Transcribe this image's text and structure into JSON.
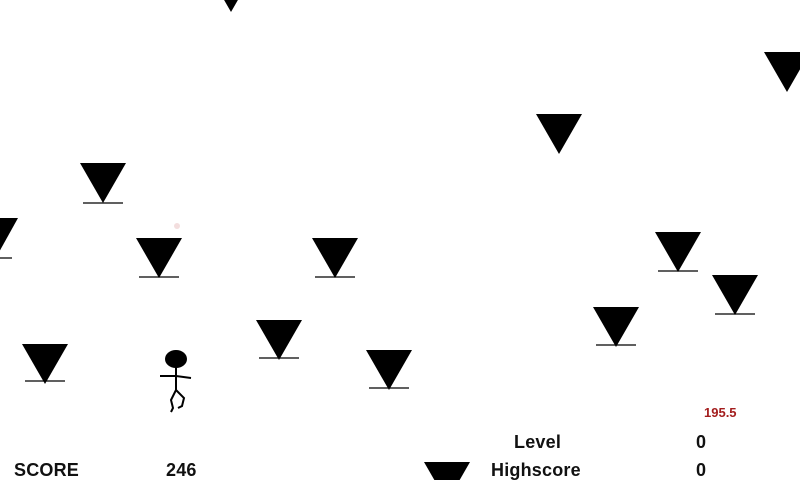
{
  "hud": {
    "score_label": "SCORE",
    "score_value": "246",
    "level_label": "Level",
    "level_value": "0",
    "highscore_label": "Highscore",
    "highscore_value": "0",
    "timer_value": "195.5"
  },
  "colors": {
    "background": "#ffffff",
    "spike": "#000000",
    "text": "#111111",
    "timer": "#a31d1d",
    "dot": "#f3dede"
  },
  "entities": {
    "player": "stick-figure",
    "obstacle": "down-triangle-spike"
  }
}
